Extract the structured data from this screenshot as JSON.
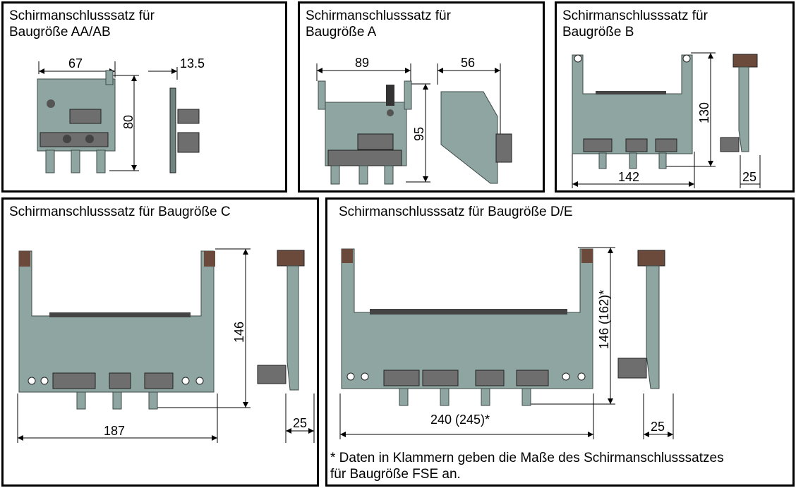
{
  "panels": {
    "aa": {
      "title_line1": "Schirmanschlusssatz für",
      "title_line2": "Baugröße AA/AB",
      "dim_width": "67",
      "dim_height": "80",
      "dim_depth": "13.5"
    },
    "a": {
      "title_line1": "Schirmanschlusssatz für",
      "title_line2": "Baugröße A",
      "dim_width": "89",
      "dim_height": "95",
      "dim_depth": "56"
    },
    "b": {
      "title_line1": "Schirmanschlusssatz für",
      "title_line2": "Baugröße B",
      "dim_width": "142",
      "dim_height": "130",
      "dim_depth": "25"
    },
    "c": {
      "title": "Schirmanschlusssatz für Baugröße C",
      "dim_width": "187",
      "dim_height": "146",
      "dim_depth": "25"
    },
    "de": {
      "title": "Schirmanschlusssatz für Baugröße D/E",
      "dim_width": "240 (245)*",
      "dim_height": "146 (162)*",
      "dim_depth": "25",
      "footnote_line1": "* Daten in Klammern geben die Maße des Schirmanschlusssatzes",
      "footnote_line2": "für Baugröße FSE an."
    }
  },
  "colors": {
    "plate": "#8fa5a1",
    "plate_dark": "#5f7572",
    "clamp": "#6e6e6e",
    "bracket": "#6b4a3c"
  }
}
